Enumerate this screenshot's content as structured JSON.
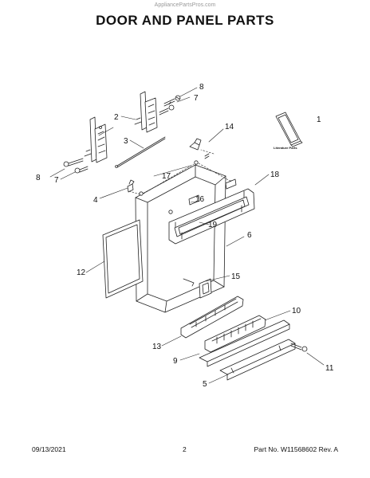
{
  "watermark": "AppliancePartsPros.com",
  "title": "DOOR AND PANEL PARTS",
  "callouts": {
    "c1": "1",
    "c2": "2",
    "c3": "3",
    "c4": "4",
    "c5": "5",
    "c6": "6",
    "c7a": "7",
    "c7b": "7",
    "c8a": "8",
    "c8b": "8",
    "c9": "9",
    "c10": "10",
    "c11": "11",
    "c12": "12",
    "c13": "13",
    "c14": "14",
    "c15": "15",
    "c16": "16",
    "c17": "17",
    "c18": "18",
    "c19": "19"
  },
  "literature_label": "Literature Parts",
  "footer": {
    "date": "09/13/2021",
    "page": "2",
    "part_info": "Part No. W11568602  Rev. A"
  }
}
